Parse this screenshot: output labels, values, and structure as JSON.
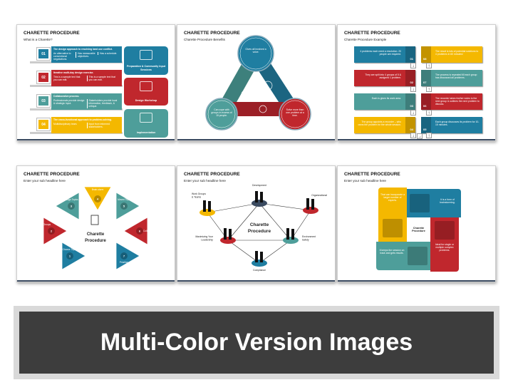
{
  "colors": {
    "blue": "#1f7ea1",
    "red": "#c0272d",
    "teal": "#4e9e9a",
    "yellow": "#f4b800",
    "navy": "#3a4a60",
    "banner": "#3d3d3d"
  },
  "slides": [
    {
      "title": "CHARETTE PROCEDURE",
      "subtitle": "What is a Charette?",
      "rows": [
        {
          "num": "01",
          "color": "blue",
          "heading": "The design approach to resolving land use conflict.",
          "cols": [
            "An alternative to conventional negotiations.",
            "Has measurable objectives.",
            "Has a schedule."
          ]
        },
        {
          "num": "02",
          "color": "red",
          "heading": "Iterative multi-day design exercise.",
          "cols": [
            "This is a sample text that you can edit.",
            "This is a sample text that you can edit."
          ]
        },
        {
          "num": "03",
          "color": "teal",
          "heading": "Collaborative process.",
          "cols": [
            "Professionals provide design & strategic input.",
            "Stakeholders provide local information, feedback, & critique."
          ]
        },
        {
          "num": "04",
          "color": "yellow",
          "heading": "The cross-functional approach to problem-solving.",
          "cols": [
            "Multidisciplinary team.",
            "Input from informed stakeholders."
          ]
        }
      ],
      "cards": [
        {
          "label": "Preparation & Community Input Sessions",
          "color": "blue",
          "icon": "laptop-gear-icon"
        },
        {
          "label": "Design Workshop",
          "color": "red",
          "icon": "workshop-people-icon"
        },
        {
          "label": "Implementation",
          "color": "teal",
          "icon": "gears-cycle-icon"
        }
      ]
    },
    {
      "title": "CHARETTE PROCEDURE",
      "subtitle": "Charette Procedure Benefits",
      "circles": [
        {
          "text": "Gives all involved a voice.",
          "color": "blue"
        },
        {
          "text": "Can cope with groups in excess of 15 people.",
          "color": "teal"
        },
        {
          "text": "Solve more than one problem at a time.",
          "color": "red"
        }
      ]
    },
    {
      "title": "CHARETTE PROCEDURE",
      "subtitle": "Charette Procedure Example",
      "steps": [
        {
          "num": "01",
          "color": "blue",
          "text": "4 problems each need a resolution. 20 people are required."
        },
        {
          "num": "02",
          "color": "red",
          "text": "They are split into 4 groups of 5 & assigned 1 problem."
        },
        {
          "num": "03",
          "color": "teal",
          "text": "Each is given its work area."
        },
        {
          "num": "04",
          "color": "yellow",
          "text": "The group appoints a recorder – who owns the problem for the whole session."
        },
        {
          "num": "05",
          "color": "blue",
          "text": "Each group discusses its problem for 10-15 minutes."
        },
        {
          "num": "06",
          "color": "red",
          "text": "The recorder takes his/her notes to the next group & outlines the next problem to discuss."
        },
        {
          "num": "07",
          "color": "teal",
          "text": "The process is repeated till each group has discussed all problems."
        },
        {
          "num": "08",
          "color": "yellow",
          "text": "The result is lots of potential solutions to 4 problems in 60 minutes!"
        }
      ]
    },
    {
      "title": "CHARETTE PROCEDURE",
      "subtitle": "Enter your sub headline here",
      "center": "Charette Procedure",
      "triangles": [
        {
          "num": "1",
          "label": "Choose Topics",
          "color": "blue"
        },
        {
          "num": "2",
          "label": "Choose Groups",
          "color": "red"
        },
        {
          "num": "3",
          "label": "Assign Topics",
          "color": "teal"
        },
        {
          "num": "4",
          "label": "Brain-storm",
          "color": "yellow"
        },
        {
          "num": "5",
          "label": "Moved Topic",
          "color": "teal"
        },
        {
          "num": "6",
          "label": "Collate",
          "color": "red"
        },
        {
          "num": "7",
          "label": "Prioritize",
          "color": "blue"
        }
      ]
    },
    {
      "title": "CHARETTE PROCEDURE",
      "subtitle": "Enter your sub headline here",
      "center": "Charette Procedure",
      "nodes": [
        {
          "label": "Development",
          "color": "navy"
        },
        {
          "label": "Organizational",
          "color": "red"
        },
        {
          "label": "Environment Safety",
          "color": "teal"
        },
        {
          "label": "Compliance",
          "color": "blue"
        },
        {
          "label": "Maximizing Your Leadership",
          "color": "red"
        },
        {
          "label": "Work Groups & Teams",
          "color": "yellow"
        }
      ]
    },
    {
      "title": "CHARETTE PROCEDURE",
      "subtitle": "Enter your sub headline here",
      "center": "Charette Procedure",
      "pieces": [
        {
          "text": "That can incorporate a larger number of experts.",
          "color": "yellow",
          "icon": "monitor-icon"
        },
        {
          "text": "It is a form of brainstorming.",
          "color": "blue",
          "icon": "meeting-icon"
        },
        {
          "text": "Ideal for single or multiple complex problems.",
          "color": "red",
          "icon": "buildings-icon"
        },
        {
          "text": "It keeps the session on track and gets results.",
          "color": "teal",
          "icon": "checklist-icon"
        }
      ]
    }
  ],
  "banner": {
    "text": "Multi-Color Version Images"
  }
}
